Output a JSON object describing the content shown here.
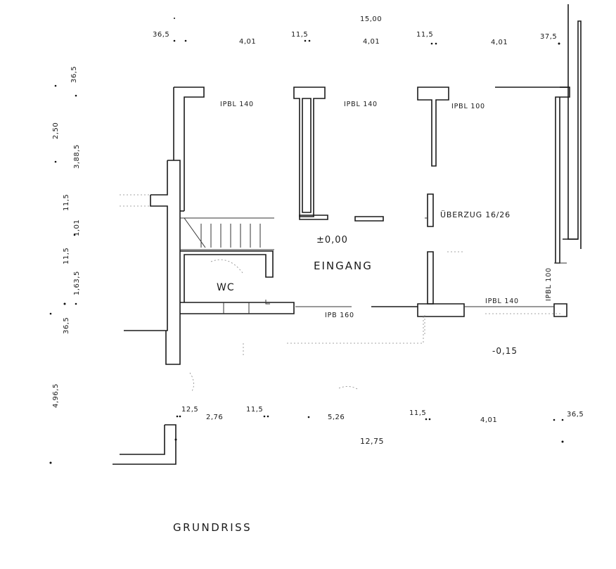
{
  "title": "GRUNDRISS",
  "top_dimensions": {
    "total": "15,00",
    "segments": [
      "36,5",
      "4,01",
      "11,5",
      "4,01",
      "11,5",
      "4,01",
      "37,5"
    ]
  },
  "bottom_dimensions": {
    "total": "12,75",
    "segments": [
      "12,5",
      "2,76",
      "11,5",
      "5,26",
      "11,5",
      "4,01",
      "36,5"
    ]
  },
  "left_dimensions": {
    "segments": [
      "36,5",
      "2,50",
      "3,88,5",
      "11,5",
      "1,01",
      "11,5",
      "1,63,5",
      "36,5"
    ],
    "total": "4,96,5"
  },
  "beams": [
    "IPBL 140",
    "IPBL 140",
    "IPBL 100",
    "ÜBERZUG 16/26",
    "IPBL 140",
    "IPBL 100",
    "IPB 160"
  ],
  "rooms": {
    "wc": "WC",
    "entrance": "EINGANG"
  },
  "levels": {
    "floor": "±0,00",
    "outside": "-0,15"
  }
}
